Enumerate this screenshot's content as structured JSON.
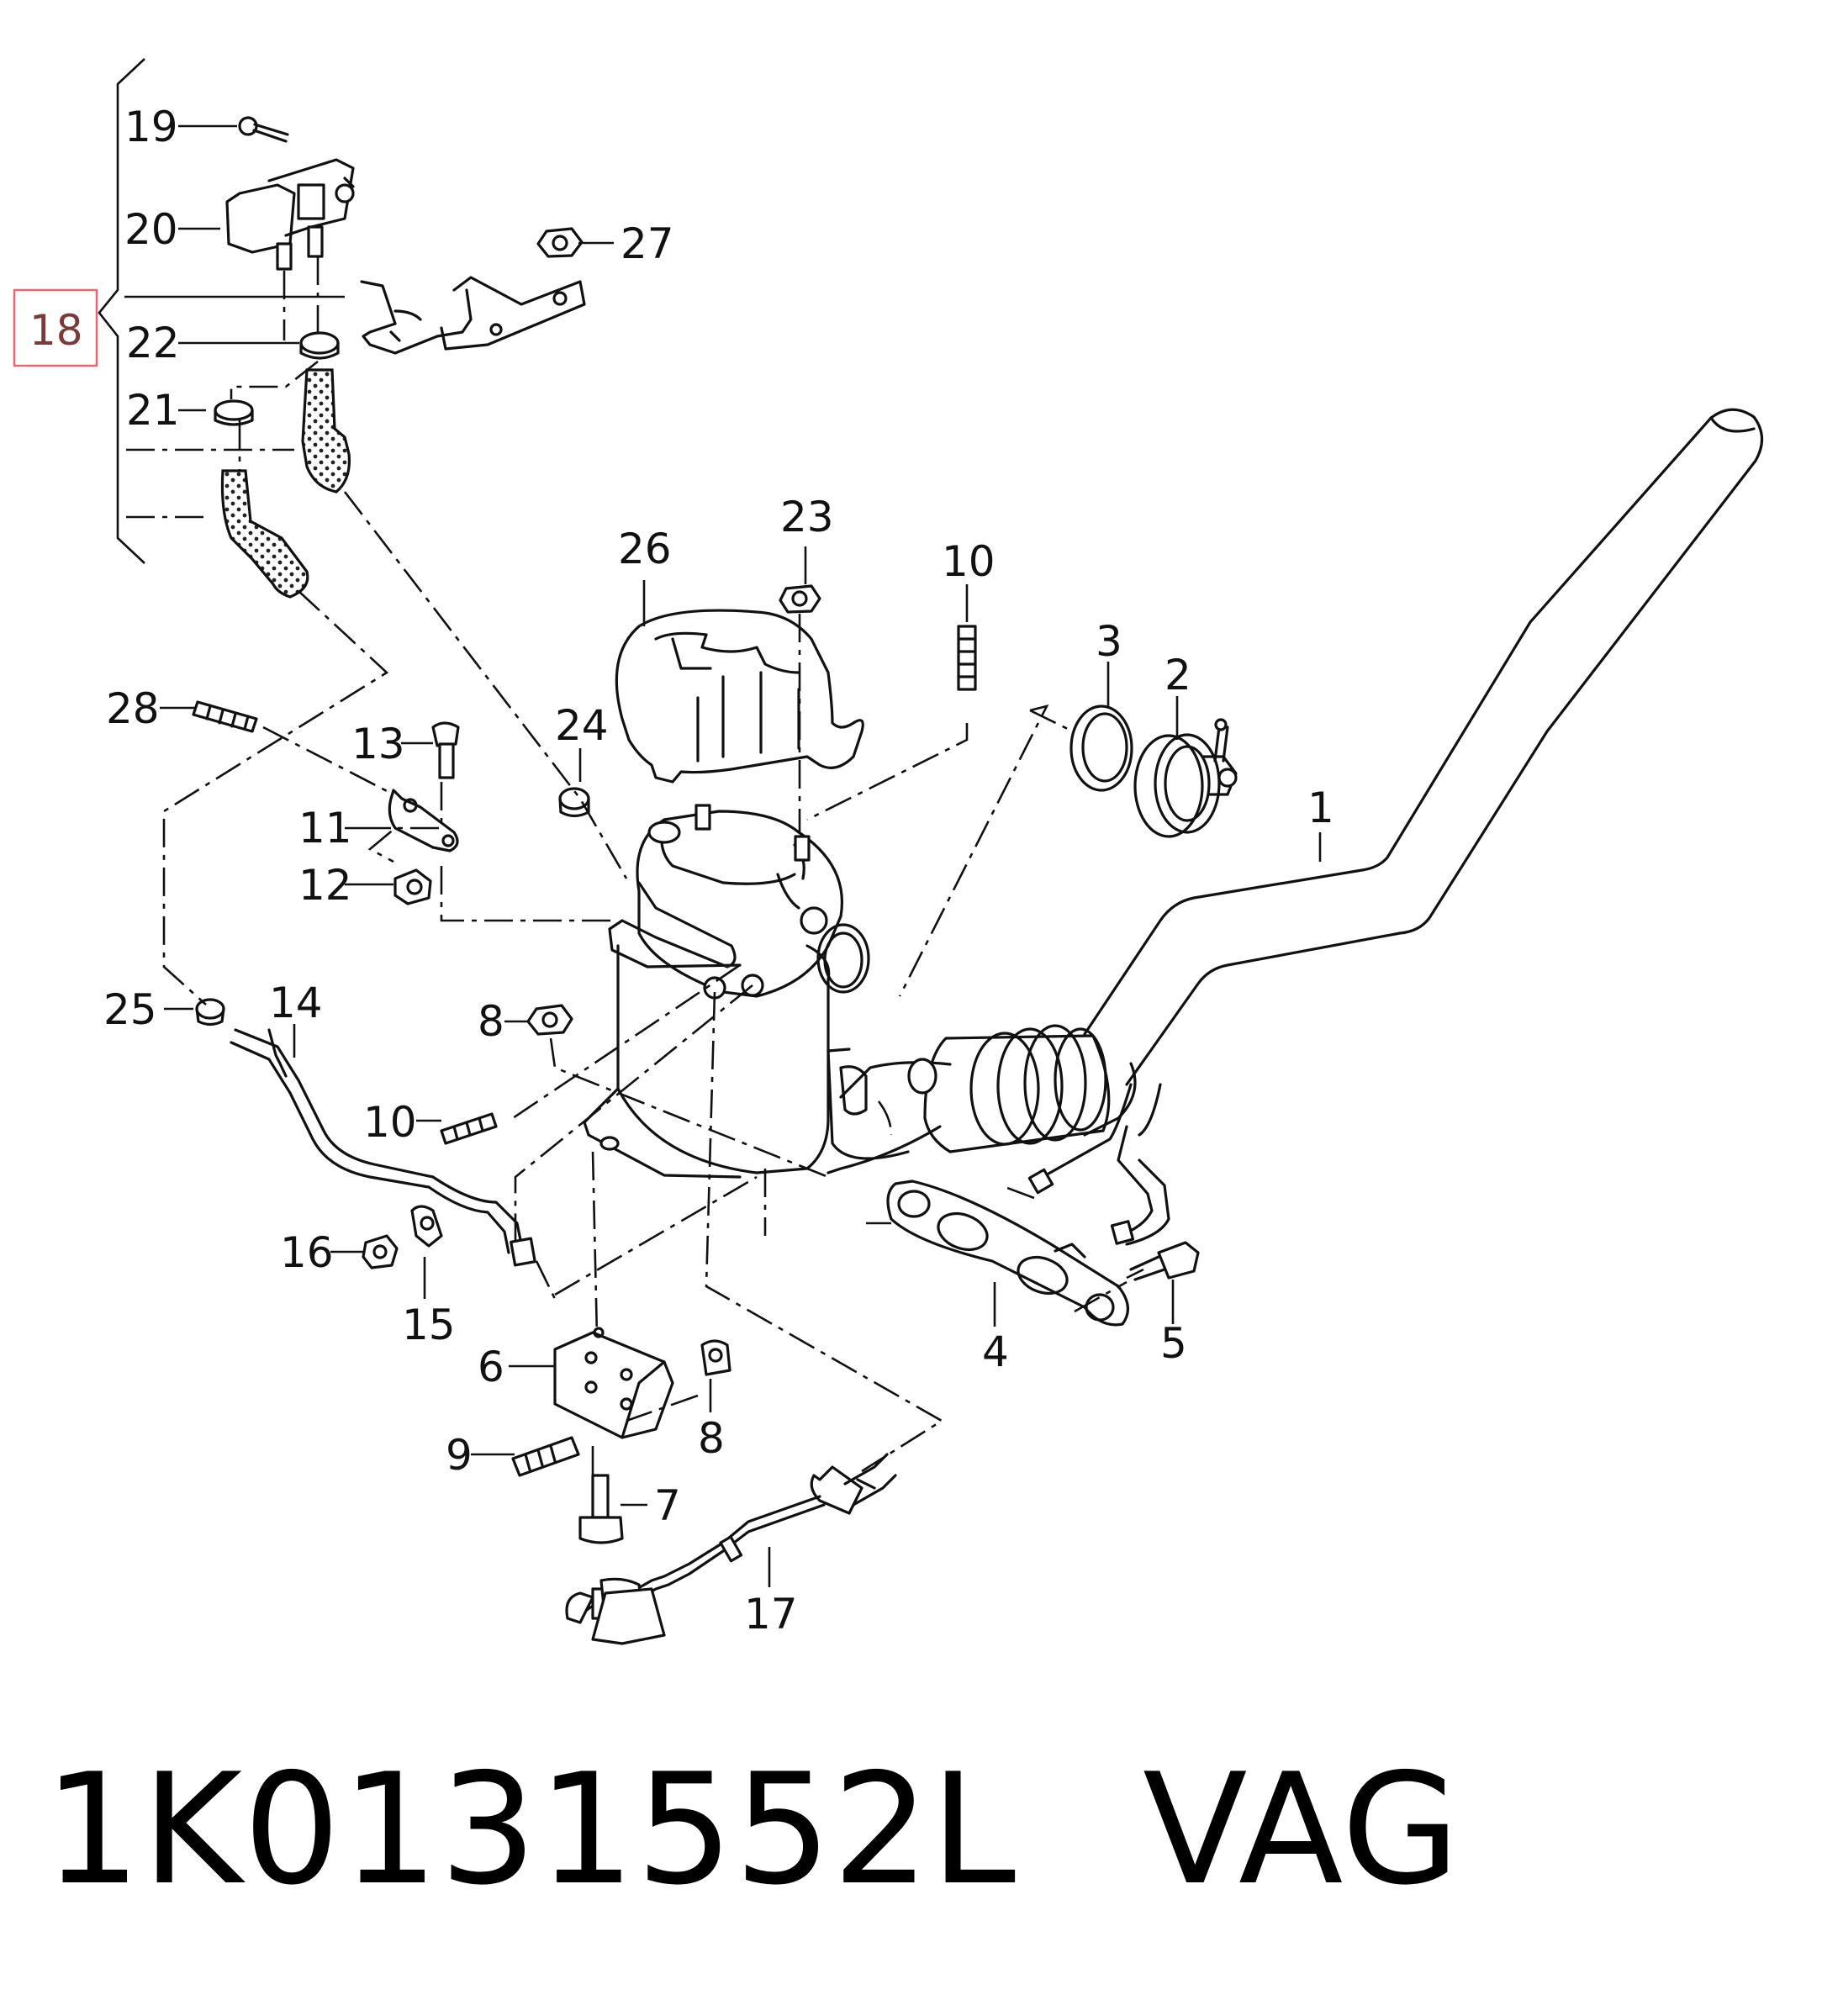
{
  "part_labels": {
    "l1": "1",
    "l2": "2",
    "l3": "3",
    "l4": "4",
    "l5": "5",
    "l6": "6",
    "l7": "7",
    "l8a": "8",
    "l8b": "8",
    "l9": "9",
    "l10a": "10",
    "l10b": "10",
    "l11": "11",
    "l12": "12",
    "l13": "13",
    "l14": "14",
    "l15": "15",
    "l16": "16",
    "l17": "17",
    "l18": "18",
    "l19": "19",
    "l20": "20",
    "l21": "21",
    "l22": "22",
    "l23": "23",
    "l24": "24",
    "l25": "25",
    "l26": "26",
    "l27": "27",
    "l28": "28"
  },
  "highlight_color": "#e8666e",
  "footer": {
    "part_number": "1K0131552L",
    "brand": "VAG"
  }
}
